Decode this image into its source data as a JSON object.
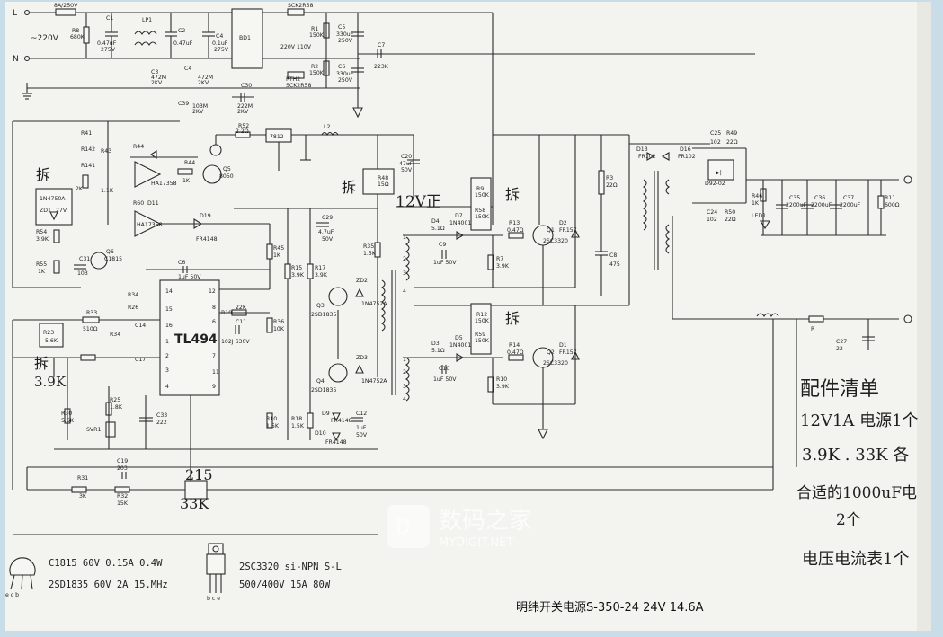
{
  "labels": {
    "L": "L",
    "N": "N",
    "v220": "~220V",
    "fuse": "8A/250V",
    "r8": "R8",
    "r8v": "680K",
    "c1": "C1",
    "c1v": "0.47uF",
    "c1v2": "275V",
    "lp1": "LP1",
    "c2": "C2",
    "c2v": "0.47uF",
    "c3": "C3",
    "c3v": "472M",
    "c3v2": "2KV",
    "c4": "C4",
    "c4v": "0.1uF",
    "c4v2": "275V",
    "c4b": "C4",
    "c4bv": "472M",
    "c4bv2": "2KV",
    "bd1": "BD1",
    "c39": "C39",
    "c39v": "103M",
    "c39v2": "2KV",
    "c30": "C30",
    "c30v": "222M",
    "c30v2": "2KV",
    "scka": "SCK2R58",
    "v220b": "220V",
    "v110": "110V",
    "rth2": "RTH2",
    "sckb": "SCK2R58",
    "r1": "R1",
    "r1v": "150K",
    "r2": "R2",
    "r2v": "150K",
    "c5": "C5",
    "c5v": "330uF",
    "c5v2": "250V",
    "c6": "C6",
    "c6v": "330uF",
    "c6v2": "250V",
    "c7": "C7",
    "c7v": "223K",
    "r52": "R52",
    "r52v": "2.2Ω",
    "u7812": "7812",
    "l2": "L2",
    "c20": "C20",
    "c20v": "47uF",
    "c20v2": "50V",
    "r44": "R44",
    "r44v": "1K",
    "q5": "Q5",
    "q5v": "8050",
    "ha": "HA17358",
    "ha2": "HA17358",
    "d19": "D19",
    "d19v": "FR4148",
    "r48": "R48",
    "r48v": "15Ω",
    "zd1": "ZD1",
    "zd1v": "1N4750A",
    "zd1v2": "27V",
    "r54": "R54",
    "r54v": "3.9K",
    "r55": "R55",
    "r55v": "1K",
    "c31": "C31",
    "c31v": "103",
    "q6": "Q6",
    "q6v": "C1815",
    "c6b": "C6",
    "c6bv": "1uF 50V",
    "r45": "R45",
    "r45v": "1K",
    "r15": "R15",
    "r15v": "3.9K",
    "r17": "R17",
    "r17v": "3.9K",
    "c29": "C29",
    "c29v": "4.7uF",
    "c29v2": "50V",
    "tl494": "TL494",
    "r19": "R19",
    "r19v": "22K",
    "r36": "R36",
    "r36v": "10K",
    "c11": "C11",
    "c11v": "102J 630V",
    "r33": "R33",
    "r33v": "510Ω",
    "r23": "R23",
    "r23v": "5.6K",
    "r25": "R25",
    "r25v": "1.8K",
    "svr1": "SVR1",
    "r30": "R30",
    "r30v": "5.6K",
    "c33": "C33",
    "c33v": "222",
    "q3": "Q3",
    "q3v": "2SD1835",
    "zd2": "ZD2",
    "zd2v": "1N4752A",
    "q4": "Q4",
    "q4v": "2SD1835",
    "zd3": "ZD3",
    "zd3v": "1N4752A",
    "r10": "R10",
    "r10v": "1.5K",
    "r18": "R18",
    "r18v": "1.5K",
    "d9": "D9",
    "d9v": "FR4148",
    "d10": "D10",
    "d10v": "FR4148",
    "c12": "C12",
    "c12v": "1uF",
    "c12v2": "50V",
    "r35": "R35",
    "r35v": "1.5K",
    "r31": "R31",
    "r31v": "3K",
    "r32": "R32",
    "r32v": "15K",
    "c19": "C19",
    "c19v": "203",
    "d4": "D4",
    "d4v": "5.1Ω",
    "d7": "D7",
    "d7v": "1N4001",
    "c9": "C9",
    "c9v": "1uF 50V",
    "r9": "R9",
    "r9v": "150K",
    "r58": "R58",
    "r58v": "150K",
    "r13": "R13",
    "r13v": "0.47Ω",
    "q1": "Q1",
    "q1v": "2SC3320",
    "d2": "D2",
    "d2v": "FR157",
    "r7": "R7",
    "r7v": "3.9K",
    "d3": "D3",
    "d3v": "5.1Ω",
    "d5": "D5",
    "d5v": "1N4001",
    "c10": "C10",
    "c10v": "1uF 50V",
    "r12": "R12",
    "r12v": "150K",
    "r59": "R59",
    "r59v": "150K",
    "r14": "R14",
    "r14v": "0.47Ω",
    "q2": "Q2",
    "q2v": "2SC3320",
    "d1": "D1",
    "d1v": "FR157",
    "r10b": "R10",
    "r10bv": "3.9K",
    "r3": "R3",
    "r3v": "22Ω",
    "c8": "C8",
    "c8v": "475",
    "d13": "D13",
    "d13v": "FR102",
    "d16": "D16",
    "d16v": "FR102",
    "c25": "C25",
    "c25v": "102",
    "r49": "R49",
    "r49v": "22Ω",
    "c24": "C24",
    "c24v": "102",
    "r50": "R50",
    "r50v": "22Ω",
    "d92": "D92-02",
    "r46": "R46",
    "r46v": "1K",
    "led": "LED1",
    "c35": "C35",
    "c35v": "2200uF",
    "c36": "C36",
    "c36v": "2200uF",
    "c37": "C37",
    "c37v": "2200uF",
    "r11": "R11",
    "r11v": "600Ω",
    "c27": "C27",
    "c27v": "22",
    "chai": "拆",
    "v12": "12V正",
    "v39k": "3.9K",
    "v215": "215",
    "v33k": "33K",
    "note1": "配件清单",
    "note2": "12V1A 电源1个",
    "note3": "3.9K . 33K 各",
    "note4": "合适的1000uF电",
    "note5": "2个",
    "note6": "电压电流表1个",
    "spec1": "C1815 60V 0.15A 0.4W",
    "spec2": "2SD1835 60V 2A 15.MHz",
    "spec3": "2SC3320 si-NPN S-L",
    "spec4": "500/400V  15A 80W",
    "pin_ecb": "e c b",
    "pin_bce": "b c e",
    "title": "明纬开关电源S-350-24  24V  14.6A",
    "wm1": "数码之家",
    "wm2": "MYDIGIT.NET"
  }
}
